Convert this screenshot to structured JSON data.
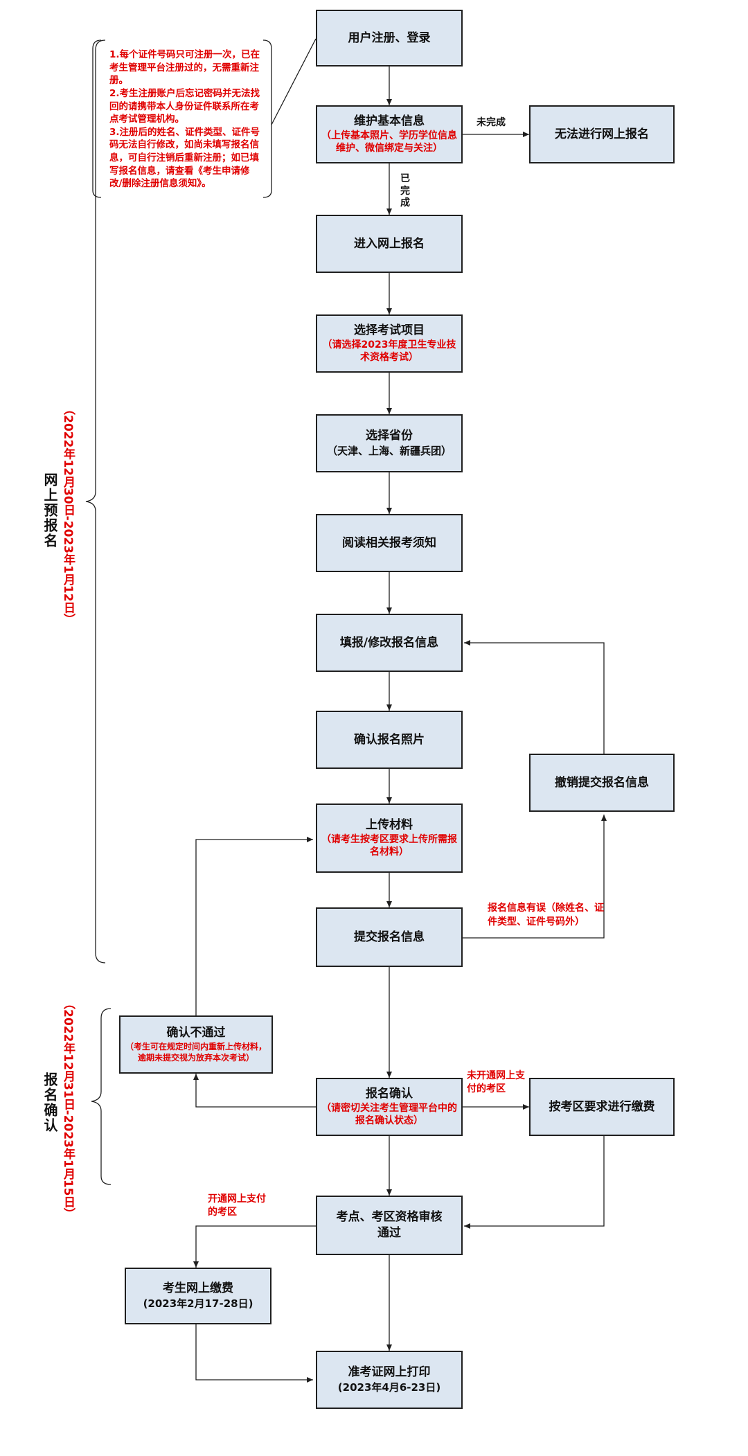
{
  "colors": {
    "box_fill": "#dce6f1",
    "box_border": "#1f1f1f",
    "accent_red": "#e00000"
  },
  "notes": [
    "1.每个证件号码只可注册一次，已在考生管理平台注册过的，无需重新注册。",
    "2.考生注册账户后忘记密码并无法找回的请携带本人身份证件联系所在考点考试管理机构。",
    "3.注册后的姓名、证件类型、证件号码无法自行修改，如尚未填写报名信息，可自行注销后重新注册；如已填写报名信息，请查看《考生申请修改/删除注册信息须知》。"
  ],
  "stages": {
    "pre": {
      "title": "网上预报名",
      "date": "（2022年12月30日-2023年1月12日）"
    },
    "confirm": {
      "title": "报名确认",
      "date": "（2022年12月31日-2023年1月15日）"
    }
  },
  "boxes": {
    "register": {
      "title": "用户注册、登录"
    },
    "basic": {
      "title": "维护基本信息",
      "sub": "（上传基本照片、学历学位信息维护、微信绑定与关注）"
    },
    "cannot": {
      "title": "无法进行网上报名"
    },
    "enter": {
      "title": "进入网上报名"
    },
    "project": {
      "title": "选择考试项目",
      "sub": "（请选择2023年度卫生专业技术资格考试）"
    },
    "province": {
      "title": "选择省份",
      "sub": "（天津、上海、新疆兵团）"
    },
    "read": {
      "title": "阅读相关报考须知"
    },
    "fill": {
      "title": "填报/修改报名信息"
    },
    "photo": {
      "title": "确认报名照片"
    },
    "revoke": {
      "title": "撤销提交报名信息"
    },
    "upload": {
      "title": "上传材料",
      "sub": "（请考生按考区要求上传所需报名材料）"
    },
    "submit": {
      "title": "提交报名信息"
    },
    "fail": {
      "title": "确认不通过",
      "sub": "（考生可在规定时间内重新上传材料，逾期未提交视为放弃本次考试）"
    },
    "confirm": {
      "title": "报名确认",
      "sub": "（请密切关注考生管理平台中的报名确认状态）"
    },
    "pay_local": {
      "title": "按考区要求进行缴费"
    },
    "review": {
      "title": "考点、考区资格审核通过"
    },
    "pay_online": {
      "title": "考生网上缴费",
      "sub": "(2023年2月17-28日)"
    },
    "print": {
      "title": "准考证网上打印",
      "sub": "(2023年4月6-23日)"
    }
  },
  "edge_labels": {
    "incomplete": "未完成",
    "completed": "已完成",
    "info_error": "报名信息有误（除姓名、证件类型、证件号码外）",
    "no_online_pay": "未开通网上支付的考区",
    "online_pay": "开通网上支付的考区"
  }
}
